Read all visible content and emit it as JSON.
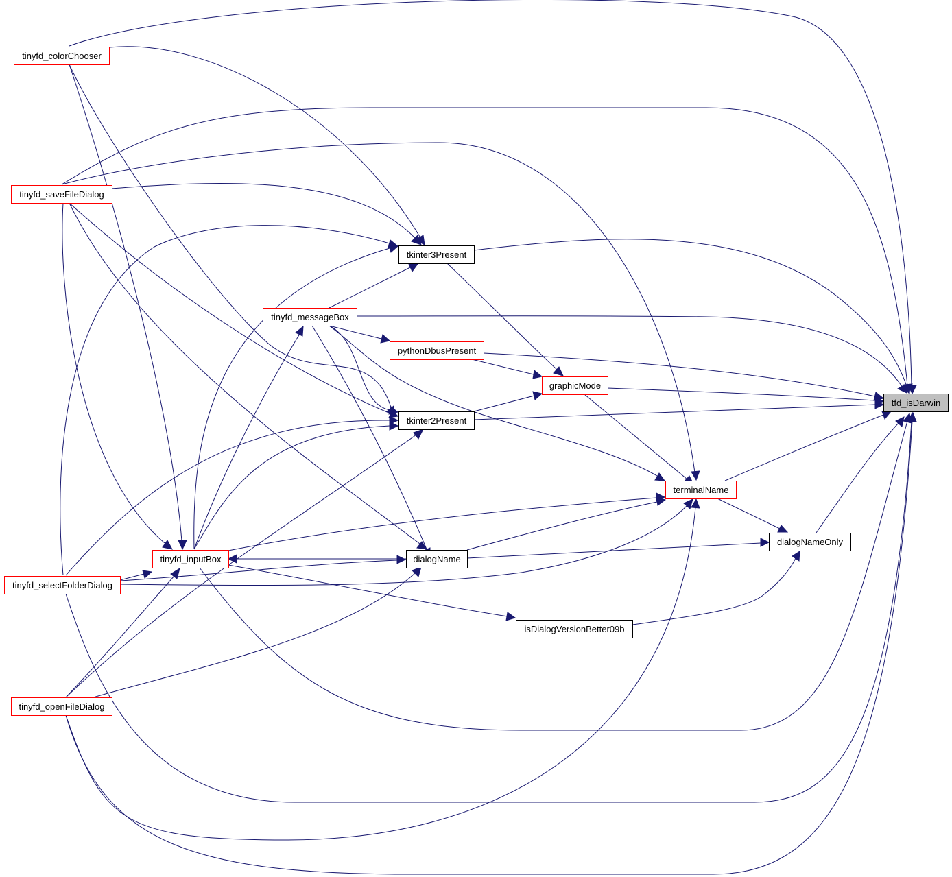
{
  "diagram": {
    "colors": {
      "edge": "#191970",
      "border_linked": "#ff0000",
      "border_plain": "#000000",
      "fill_target": "#bfbfbf",
      "fill_default": "#ffffff"
    },
    "nodes": [
      {
        "id": "colorChooser",
        "label": "tinyfd_colorChooser",
        "style": "linked"
      },
      {
        "id": "saveFileDialog",
        "label": "tinyfd_saveFileDialog",
        "style": "linked"
      },
      {
        "id": "selectFolderDialog",
        "label": "tinyfd_selectFolderDialog",
        "style": "linked"
      },
      {
        "id": "openFileDialog",
        "label": "tinyfd_openFileDialog",
        "style": "linked"
      },
      {
        "id": "inputBox",
        "label": "tinyfd_inputBox",
        "style": "linked"
      },
      {
        "id": "messageBox",
        "label": "tinyfd_messageBox",
        "style": "linked"
      },
      {
        "id": "tkinter3Present",
        "label": "tkinter3Present",
        "style": "plain"
      },
      {
        "id": "pythonDbusPresent",
        "label": "pythonDbusPresent",
        "style": "linked"
      },
      {
        "id": "tkinter2Present",
        "label": "tkinter2Present",
        "style": "plain"
      },
      {
        "id": "dialogName",
        "label": "dialogName",
        "style": "plain"
      },
      {
        "id": "isDialogVersionBetter09b",
        "label": "isDialogVersionBetter09b",
        "style": "plain"
      },
      {
        "id": "graphicMode",
        "label": "graphicMode",
        "style": "linked"
      },
      {
        "id": "terminalName",
        "label": "terminalName",
        "style": "linked"
      },
      {
        "id": "dialogNameOnly",
        "label": "dialogNameOnly",
        "style": "plain"
      },
      {
        "id": "isDarwin",
        "label": "tfd_isDarwin",
        "style": "target"
      }
    ],
    "edges": [
      {
        "from": "colorChooser",
        "to": "isDarwin"
      },
      {
        "from": "colorChooser",
        "to": "tkinter3Present"
      },
      {
        "from": "colorChooser",
        "to": "tkinter2Present"
      },
      {
        "from": "colorChooser",
        "to": "inputBox"
      },
      {
        "from": "saveFileDialog",
        "to": "isDarwin"
      },
      {
        "from": "saveFileDialog",
        "to": "terminalName"
      },
      {
        "from": "saveFileDialog",
        "to": "tkinter3Present"
      },
      {
        "from": "saveFileDialog",
        "to": "tkinter2Present"
      },
      {
        "from": "saveFileDialog",
        "to": "dialogName"
      },
      {
        "from": "saveFileDialog",
        "to": "inputBox"
      },
      {
        "from": "selectFolderDialog",
        "to": "isDarwin"
      },
      {
        "from": "selectFolderDialog",
        "to": "tkinter3Present"
      },
      {
        "from": "selectFolderDialog",
        "to": "tkinter2Present"
      },
      {
        "from": "selectFolderDialog",
        "to": "dialogName"
      },
      {
        "from": "selectFolderDialog",
        "to": "terminalName"
      },
      {
        "from": "selectFolderDialog",
        "to": "inputBox"
      },
      {
        "from": "openFileDialog",
        "to": "isDarwin"
      },
      {
        "from": "openFileDialog",
        "to": "terminalName"
      },
      {
        "from": "openFileDialog",
        "to": "tkinter2Present"
      },
      {
        "from": "openFileDialog",
        "to": "dialogName"
      },
      {
        "from": "openFileDialog",
        "to": "inputBox"
      },
      {
        "from": "inputBox",
        "to": "isDarwin"
      },
      {
        "from": "inputBox",
        "to": "tkinter3Present"
      },
      {
        "from": "inputBox",
        "to": "tkinter2Present"
      },
      {
        "from": "inputBox",
        "to": "messageBox"
      },
      {
        "from": "inputBox",
        "to": "terminalName"
      },
      {
        "from": "inputBox",
        "to": "isDialogVersionBetter09b"
      },
      {
        "from": "messageBox",
        "to": "isDarwin"
      },
      {
        "from": "messageBox",
        "to": "tkinter3Present"
      },
      {
        "from": "messageBox",
        "to": "pythonDbusPresent"
      },
      {
        "from": "messageBox",
        "to": "tkinter2Present"
      },
      {
        "from": "messageBox",
        "to": "terminalName"
      },
      {
        "from": "messageBox",
        "to": "dialogName"
      },
      {
        "from": "tkinter3Present",
        "to": "isDarwin"
      },
      {
        "from": "tkinter3Present",
        "to": "graphicMode"
      },
      {
        "from": "pythonDbusPresent",
        "to": "isDarwin"
      },
      {
        "from": "pythonDbusPresent",
        "to": "graphicMode"
      },
      {
        "from": "tkinter2Present",
        "to": "isDarwin"
      },
      {
        "from": "tkinter2Present",
        "to": "graphicMode"
      },
      {
        "from": "graphicMode",
        "to": "isDarwin"
      },
      {
        "from": "graphicMode",
        "to": "terminalName"
      },
      {
        "from": "terminalName",
        "to": "isDarwin"
      },
      {
        "from": "terminalName",
        "to": "dialogNameOnly"
      },
      {
        "from": "dialogName",
        "to": "terminalName"
      },
      {
        "from": "dialogName",
        "to": "inputBox"
      },
      {
        "from": "dialogName",
        "to": "dialogNameOnly"
      },
      {
        "from": "dialogNameOnly",
        "to": "isDarwin"
      },
      {
        "from": "isDialogVersionBetter09b",
        "to": "dialogNameOnly"
      }
    ]
  }
}
